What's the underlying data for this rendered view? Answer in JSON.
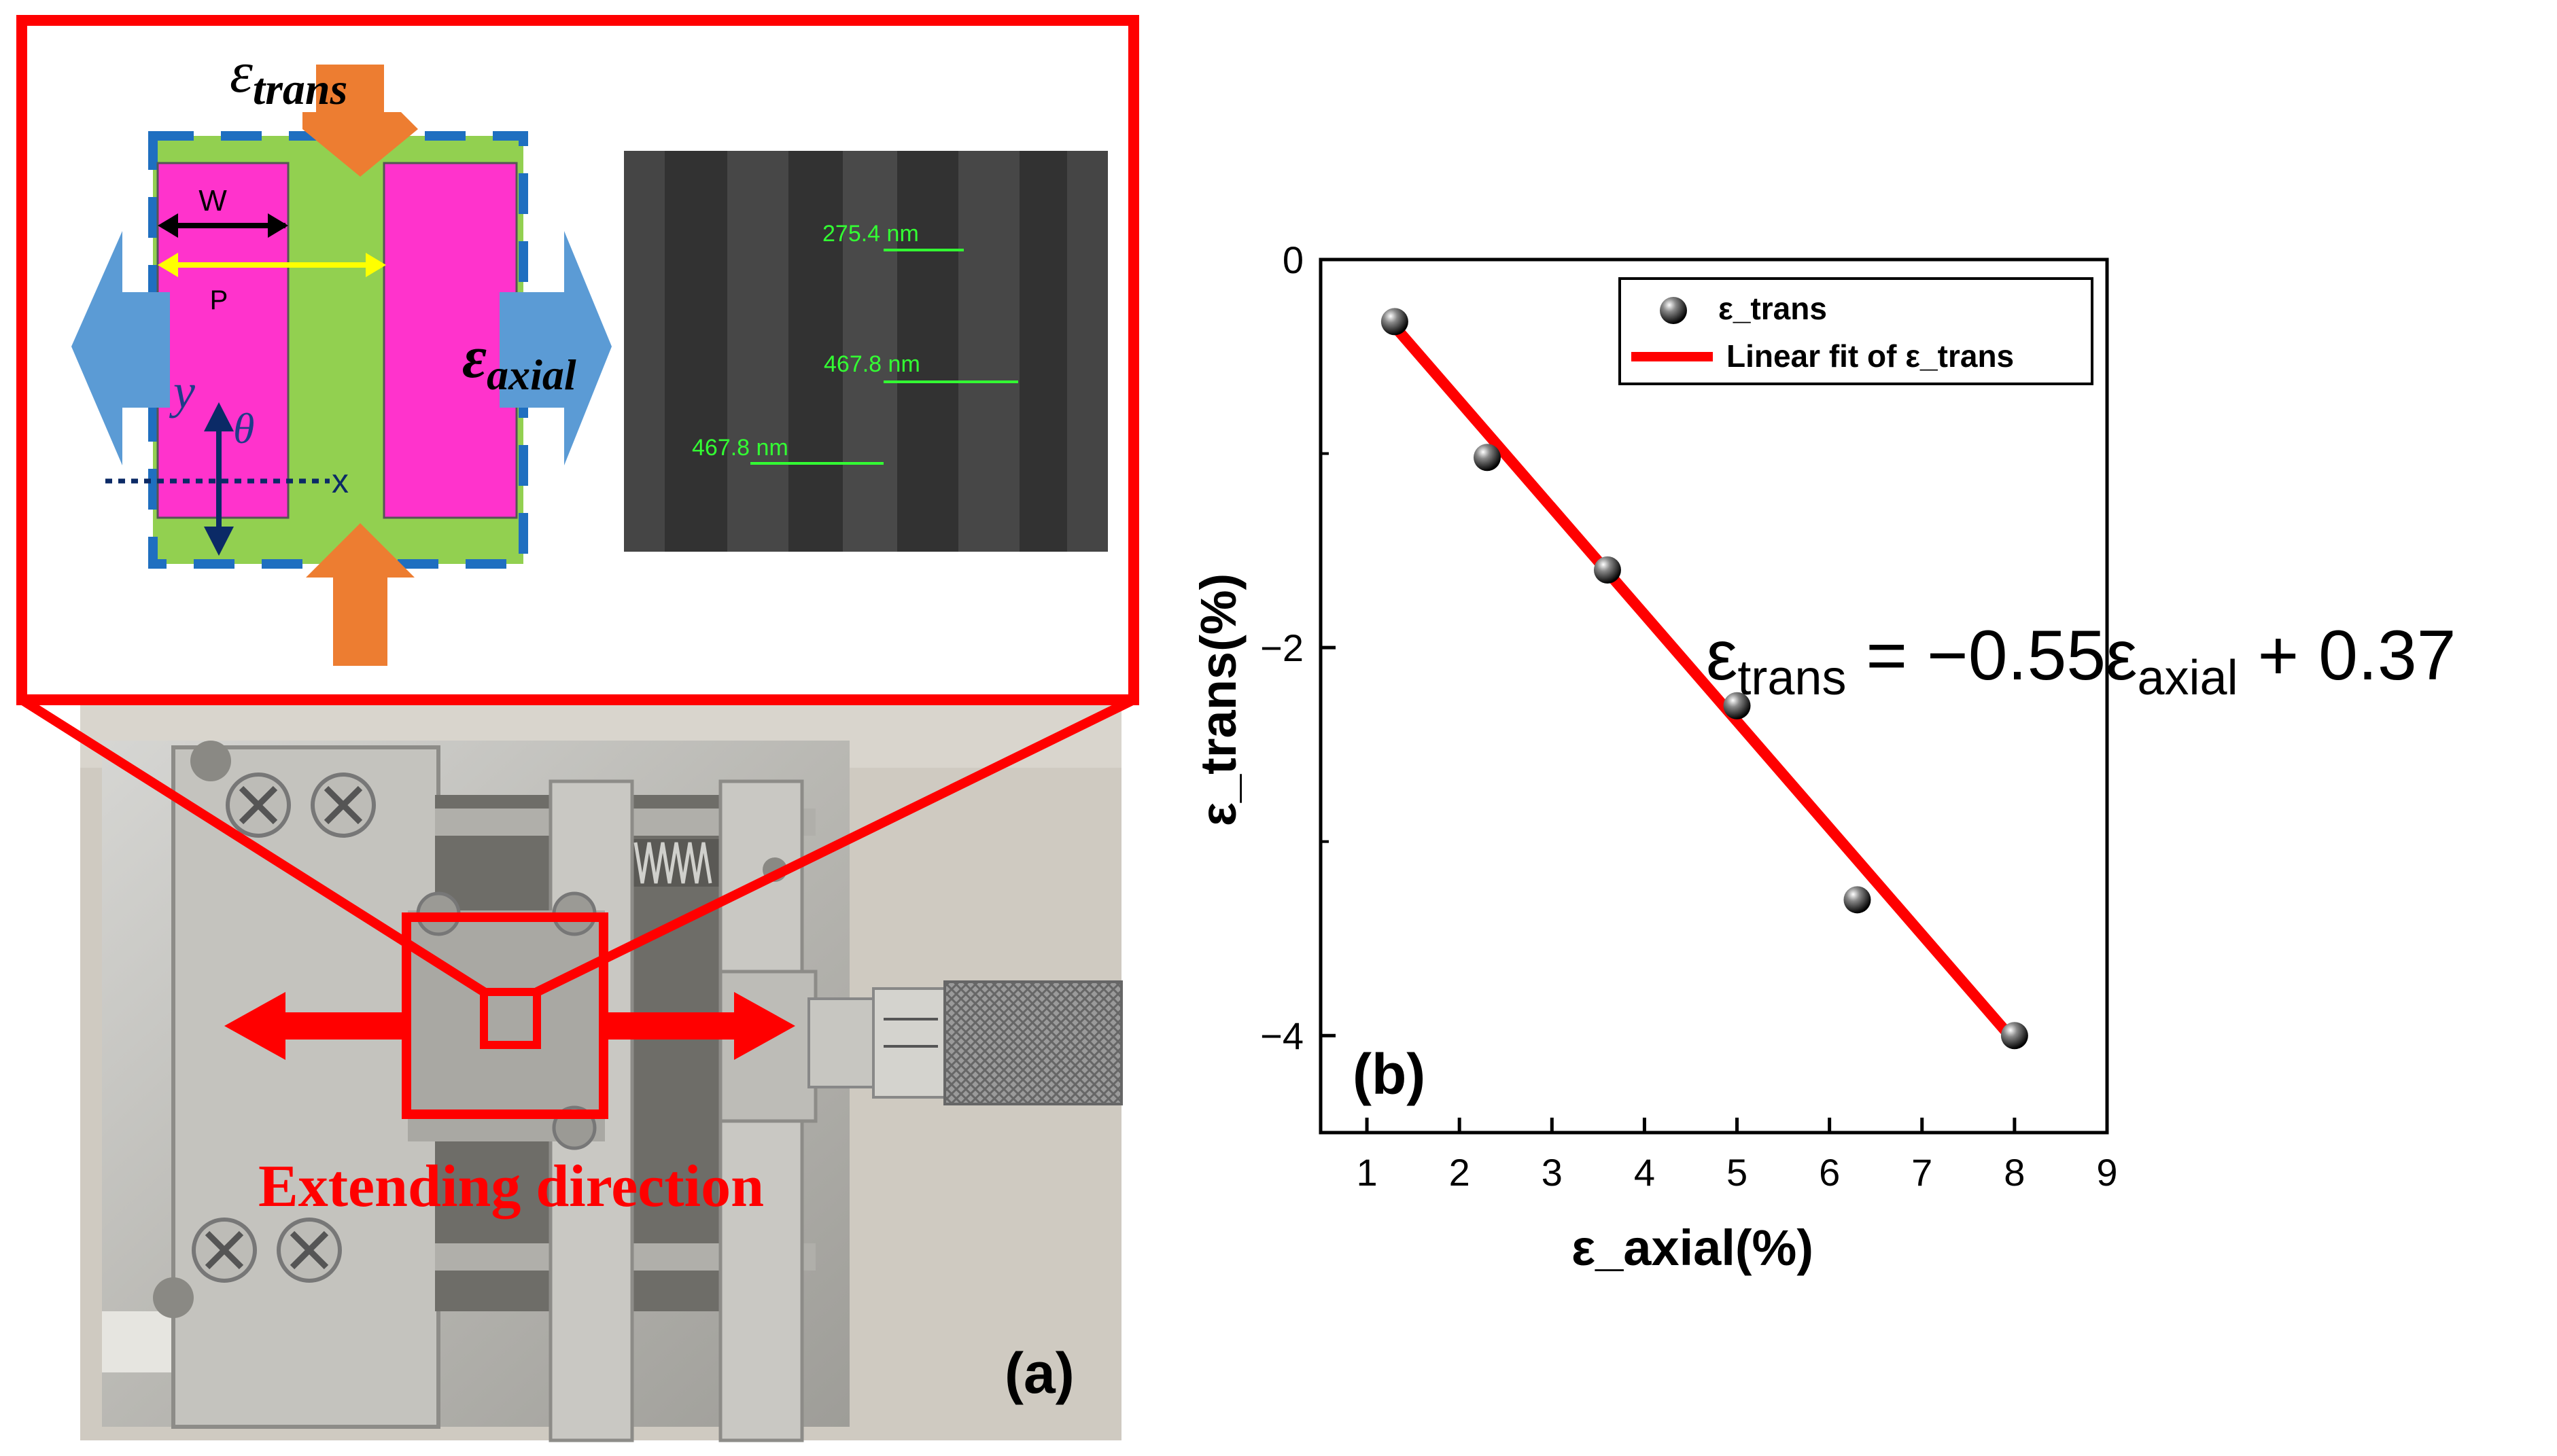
{
  "panel_a": {
    "label": "(a)",
    "diagram": {
      "strain_trans_label": "ε",
      "strain_trans_sub": "trans",
      "strain_axial_label": "ε",
      "strain_axial_sub": "axial",
      "w_label": "W",
      "p_label": "P",
      "y_label": "y",
      "theta_label": "θ",
      "x_label": "x"
    },
    "sem": {
      "measure_1": "275.4 nm",
      "measure_2": "467.8 nm",
      "measure_3": "467.8 nm"
    },
    "photo": {
      "caption": "Extending direction"
    },
    "colors": {
      "frame": "#ff0000",
      "grating_bg": "#92d050",
      "grating_bars": "#ff33cc",
      "dashed_border": "#1f6fc0",
      "axial_arrow": "#5b9bd5",
      "trans_arrow": "#ed7d31",
      "w_arrow": "#000000",
      "p_arrow": "#ffff00",
      "sem_text": "#33ff33"
    }
  },
  "panel_b": {
    "label": "(b)",
    "equation": {
      "lhs": "ε",
      "lhs_sub": "trans",
      "middle": " = −0.55ε",
      "middle_sub": "axial",
      "rhs": " + 0.37"
    }
  },
  "chart_data": {
    "type": "scatter",
    "xlabel": "ε_axial(%)",
    "ylabel": "ε_trans(%)",
    "xlim": [
      0.5,
      9
    ],
    "ylim": [
      -4.5,
      0
    ],
    "xticks": [
      "1",
      "2",
      "3",
      "4",
      "5",
      "6",
      "7",
      "8",
      "9"
    ],
    "yticks": [
      "0",
      "-2",
      "-4"
    ],
    "legend_position": "top-right",
    "series": [
      {
        "name": "ε_trans",
        "kind": "scatter",
        "color": "#111111",
        "x": [
          1.3,
          2.3,
          3.6,
          5.0,
          6.3,
          8.0
        ],
        "y": [
          -0.32,
          -1.02,
          -1.6,
          -2.3,
          -3.3,
          -4.0
        ]
      },
      {
        "name": "Linear fit of ε_trans",
        "kind": "line",
        "color": "#ff0000",
        "slope": -0.55,
        "intercept": 0.37,
        "x_range": [
          1.3,
          8.0
        ]
      }
    ]
  }
}
